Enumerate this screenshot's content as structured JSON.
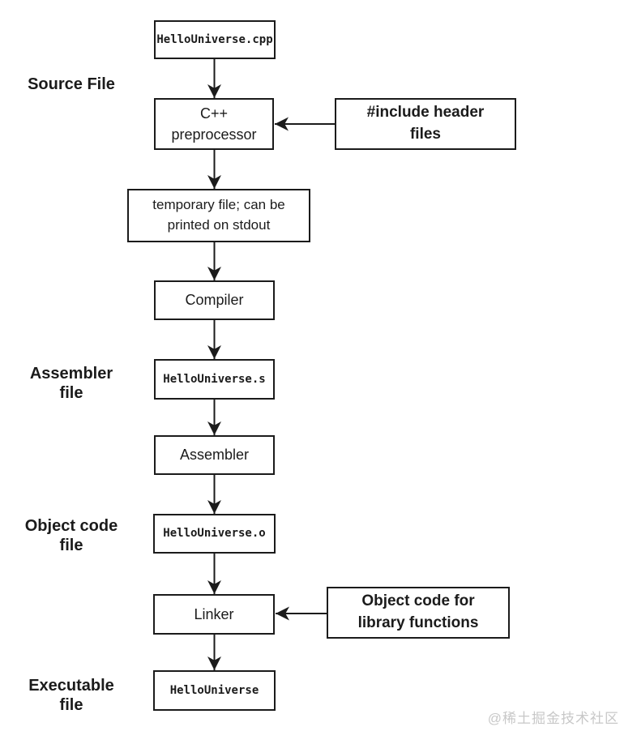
{
  "page": {
    "background": "#ffffff",
    "ink": "#1b1b1b",
    "watermark": {
      "text": "@稀土掘金技术社区",
      "color": "#c8c8c8"
    }
  },
  "flow": {
    "nodes": {
      "cpp_file": "HelloUniverse.cpp",
      "preprocessor": "C++\npreprocessor",
      "temp_file": "temporary file; can be\nprinted on stdout",
      "compiler": "Compiler",
      "asm_file": "HelloUniverse.s",
      "assembler": "Assembler",
      "obj_file": "HelloUniverse.o",
      "linker": "Linker",
      "exe_file": "HelloUniverse"
    },
    "side_nodes": {
      "include_headers": "#include header\nfiles",
      "library_objects": "Object code for\nlibrary functions"
    },
    "stage_labels": {
      "source": "Source File",
      "assembler": "Assembler\nfile",
      "object": "Object code\nfile",
      "executable": "Executable\nfile"
    }
  }
}
